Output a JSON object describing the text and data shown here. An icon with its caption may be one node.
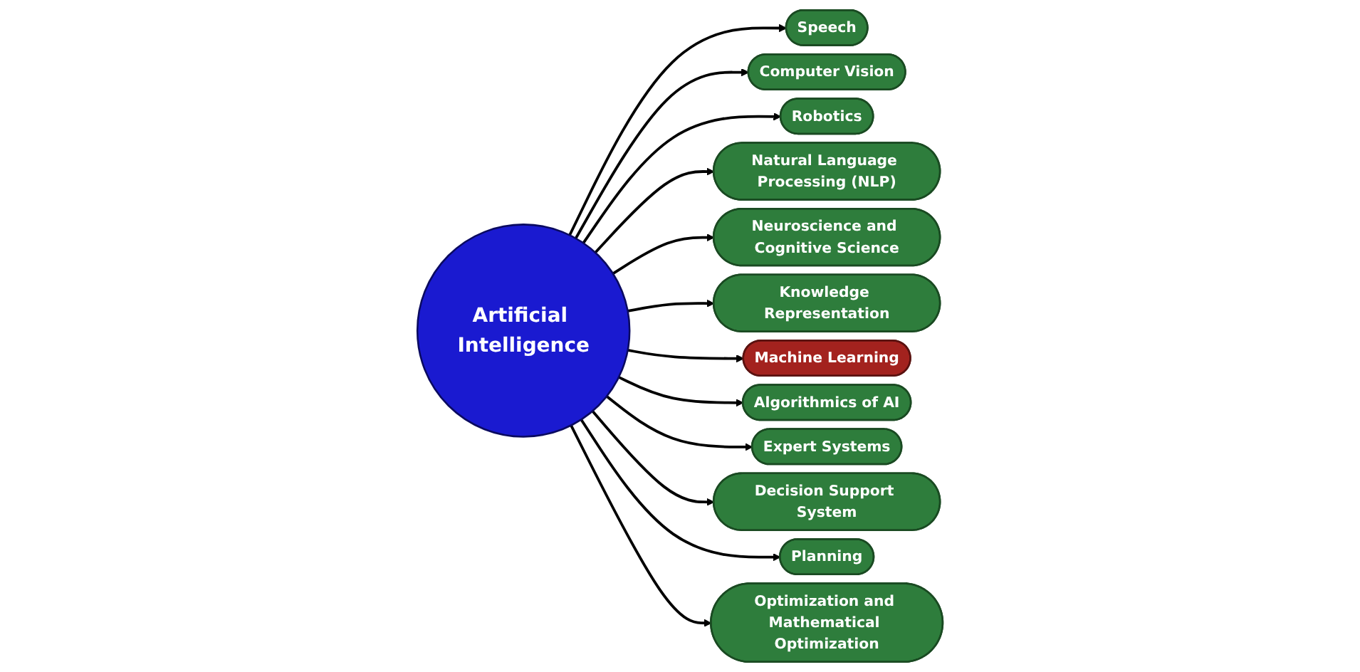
{
  "diagram": {
    "nodes": [
      {
        "text": [
          "Artificial Intelligence"
        ]
      },
      {
        "text": [
          "Speech"
        ]
      },
      {
        "text": [
          "Computer Vision"
        ]
      },
      {
        "text": [
          "Robotics"
        ]
      },
      {
        "text": [
          "Natural Language Processing (NLP)"
        ]
      },
      {
        "text": [
          "Neuroscience and Cognitive Science"
        ]
      },
      {
        "text": [
          "Knowledge Representation"
        ]
      },
      {
        "text": [
          "Machine Learning"
        ]
      },
      {
        "text": [
          "Algorithmics of AI"
        ]
      },
      {
        "text": [
          "Expert Systems"
        ]
      },
      {
        "text": [
          "Decision Support System"
        ]
      },
      {
        "text": [
          "Planning"
        ]
      },
      {
        "text": [
          "Optimization and Mathematical Optimization"
        ]
      }
    ],
    "edges": [
      {
        "from": 0,
        "to": 1,
        "arrow": "to"
      },
      {
        "from": 0,
        "to": 2,
        "arrow": "to"
      },
      {
        "from": 0,
        "to": 3,
        "arrow": "to"
      },
      {
        "from": 0,
        "to": 4,
        "arrow": "to"
      },
      {
        "from": 0,
        "to": 5,
        "arrow": "to"
      },
      {
        "from": 0,
        "to": 6,
        "arrow": "to"
      },
      {
        "from": 0,
        "to": 7,
        "arrow": "to"
      },
      {
        "from": 0,
        "to": 8,
        "arrow": "to"
      },
      {
        "from": 0,
        "to": 9,
        "arrow": "to"
      },
      {
        "from": 0,
        "to": 10,
        "arrow": "to"
      },
      {
        "from": 0,
        "to": 11,
        "arrow": "to"
      },
      {
        "from": 0,
        "to": 12,
        "arrow": "to"
      }
    ]
  }
}
